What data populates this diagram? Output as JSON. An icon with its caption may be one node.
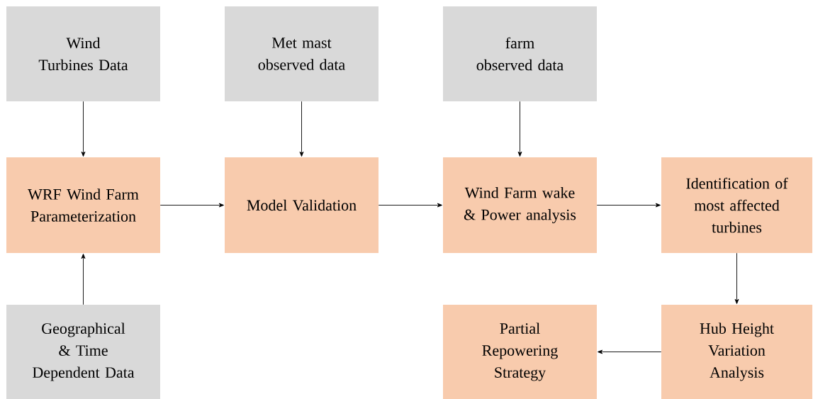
{
  "diagram": {
    "nodes": [
      {
        "text": [
          "Wind Turbines Data"
        ]
      },
      {
        "text": [
          "Met mast observed data"
        ]
      },
      {
        "text": [
          "farm observed data"
        ]
      },
      {
        "text": [
          "WRF Wind Farm Parameterization"
        ]
      },
      {
        "text": [
          "Model Validation"
        ]
      },
      {
        "text": [
          "Wind Farm wake & Power analysis"
        ]
      },
      {
        "text": [
          "Identification of most affected turbines"
        ]
      },
      {
        "text": [
          "Geographical & Time Dependent Data"
        ]
      },
      {
        "text": [
          "Partial Repowering Strategy"
        ]
      },
      {
        "text": [
          "Hub Height Variation Analysis"
        ]
      }
    ],
    "edges": [
      {
        "from": 0,
        "to": 3,
        "arrow": "to"
      },
      {
        "from": 1,
        "to": 4,
        "arrow": "to"
      },
      {
        "from": 2,
        "to": 5,
        "arrow": "to"
      },
      {
        "from": 7,
        "to": 3,
        "arrow": "to"
      },
      {
        "from": 3,
        "to": 4,
        "arrow": "to"
      },
      {
        "from": 4,
        "to": 5,
        "arrow": "to"
      },
      {
        "from": 5,
        "to": 6,
        "arrow": "to"
      },
      {
        "from": 6,
        "to": 9,
        "arrow": "to"
      },
      {
        "from": 9,
        "to": 8,
        "arrow": "to"
      }
    ]
  }
}
